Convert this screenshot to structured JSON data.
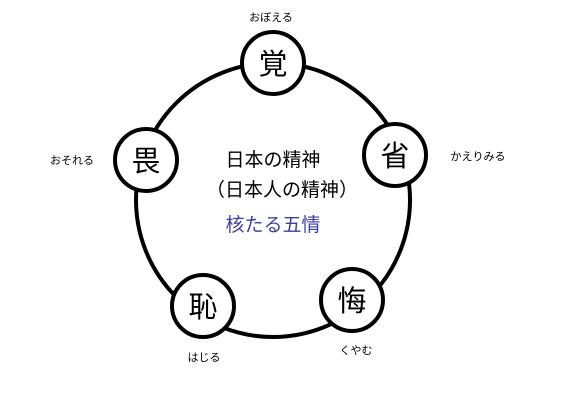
{
  "center": {
    "line1": "日本の精神",
    "line2": "（日本人の精神）",
    "line3": "核たる五情",
    "line3_color": "#3b3fa8",
    "text_color": "#000000"
  },
  "nodes": [
    {
      "id": "oboeru",
      "kanji": "覚",
      "reading": "おぼえる"
    },
    {
      "id": "kaerimiru",
      "kanji": "省",
      "reading": "かえりみる"
    },
    {
      "id": "kuyamu",
      "kanji": "悔",
      "reading": "くやむ"
    },
    {
      "id": "hajiru",
      "kanji": "恥",
      "reading": "はじる"
    },
    {
      "id": "osoreru",
      "kanji": "畏",
      "reading": "おそれる"
    }
  ]
}
